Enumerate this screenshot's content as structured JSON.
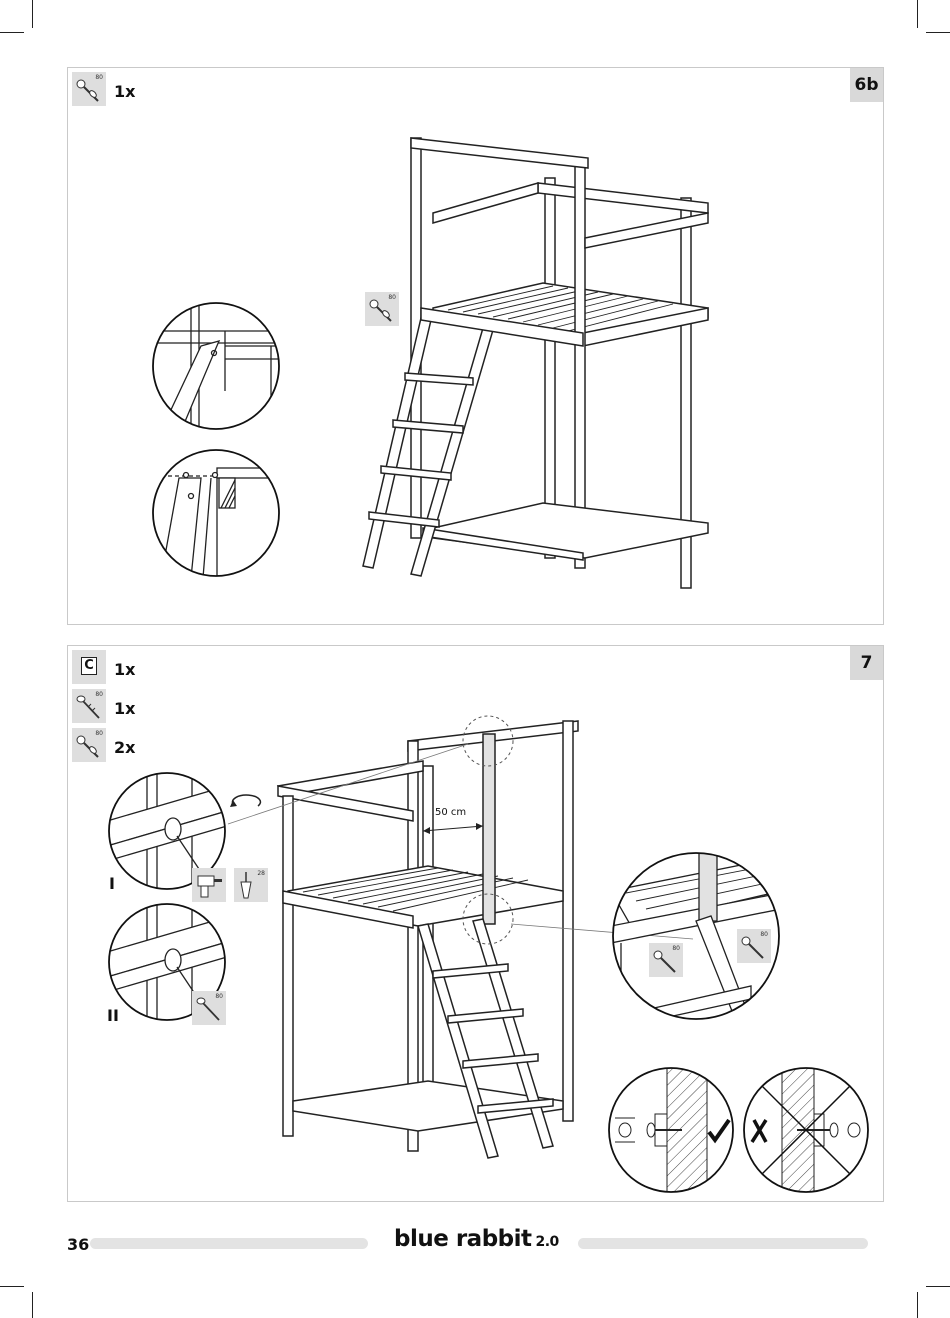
{
  "page": {
    "page_number": "36",
    "brand": "blue rabbit",
    "brand_version": "2.0"
  },
  "step_6b": {
    "label": "6b",
    "parts": [
      {
        "icon": "bolt-icon",
        "size": "80",
        "qty": "1x"
      }
    ],
    "callout_part": {
      "icon": "bolt-icon",
      "size": "80"
    }
  },
  "step_7": {
    "label": "7",
    "parts": [
      {
        "icon": "part-c-icon",
        "code": "C",
        "qty": "1x"
      },
      {
        "icon": "screw-icon",
        "size": "80",
        "qty": "1x"
      },
      {
        "icon": "bolt-icon",
        "size": "80",
        "qty": "2x"
      }
    ],
    "detail_i_label": "I",
    "detail_ii_label": "II",
    "drill_bit_size": "28",
    "screw_size": "80",
    "measurement": "50 cm",
    "bolt_size_a": "80",
    "bolt_size_b": "80"
  },
  "colors": {
    "panel_border": "#c9c9c9",
    "step_badge": "#d9d9d9",
    "icon_bg": "#dedede"
  }
}
